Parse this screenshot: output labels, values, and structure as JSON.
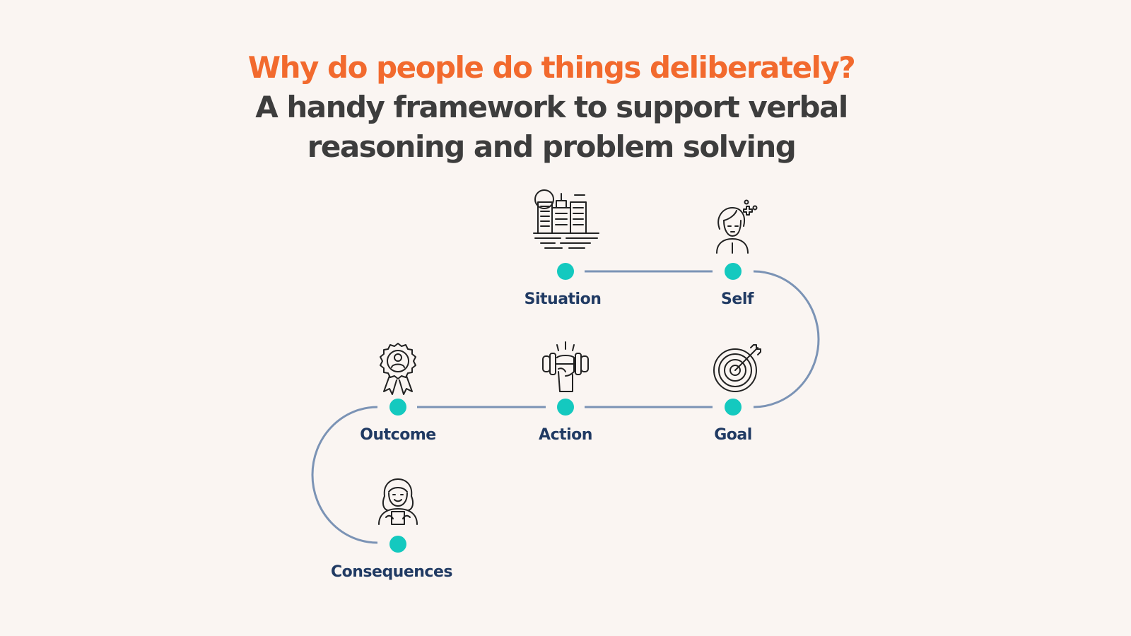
{
  "header": {
    "question": "Why do people do things deliberately?",
    "subtitle": "A handy framework to support verbal reasoning and problem solving"
  },
  "colors": {
    "accent_orange": "#f26a2e",
    "title_dark": "#3d3d3d",
    "node_teal": "#14c9bf",
    "connector": "#7b93b5",
    "label_navy": "#203a63",
    "background": "#faf5f2"
  },
  "nodes": [
    {
      "id": "situation",
      "label": "Situation",
      "icon": "city-skyline-icon"
    },
    {
      "id": "self",
      "label": "Self",
      "icon": "person-thinking-icon"
    },
    {
      "id": "goal",
      "label": "Goal",
      "icon": "target-dart-icon"
    },
    {
      "id": "action",
      "label": "Action",
      "icon": "fist-dumbbell-icon"
    },
    {
      "id": "outcome",
      "label": "Outcome",
      "icon": "award-ribbon-icon"
    },
    {
      "id": "consequences",
      "label": "Consequences",
      "icon": "person-holding-icon"
    }
  ]
}
